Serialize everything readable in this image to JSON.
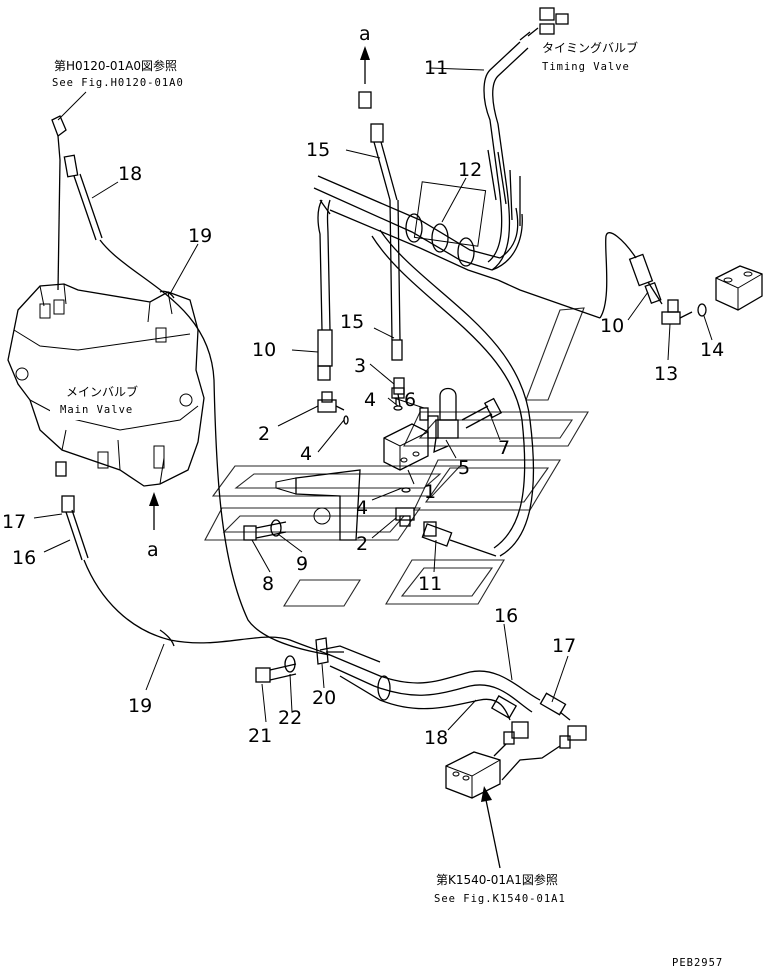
{
  "references": {
    "top_left_jp": "第H0120-01A0図参照",
    "top_left_en": "See Fig.H0120-01A0",
    "bottom_jp": "第K1540-01A1図参照",
    "bottom_en": "See Fig.K1540-01A1"
  },
  "components": {
    "timing_valve_jp": "タイミングバルブ",
    "timing_valve_en": "Timing Valve",
    "main_valve_jp": "メインバルブ",
    "main_valve_en": "Main Valve"
  },
  "direction_label": "a",
  "drawing_code": "PEB2957",
  "part_numbers": [
    "1",
    "2",
    "3",
    "4",
    "5",
    "6",
    "7",
    "8",
    "9",
    "10",
    "11",
    "12",
    "13",
    "14",
    "15",
    "16",
    "17",
    "18",
    "19",
    "20",
    "21",
    "22"
  ]
}
